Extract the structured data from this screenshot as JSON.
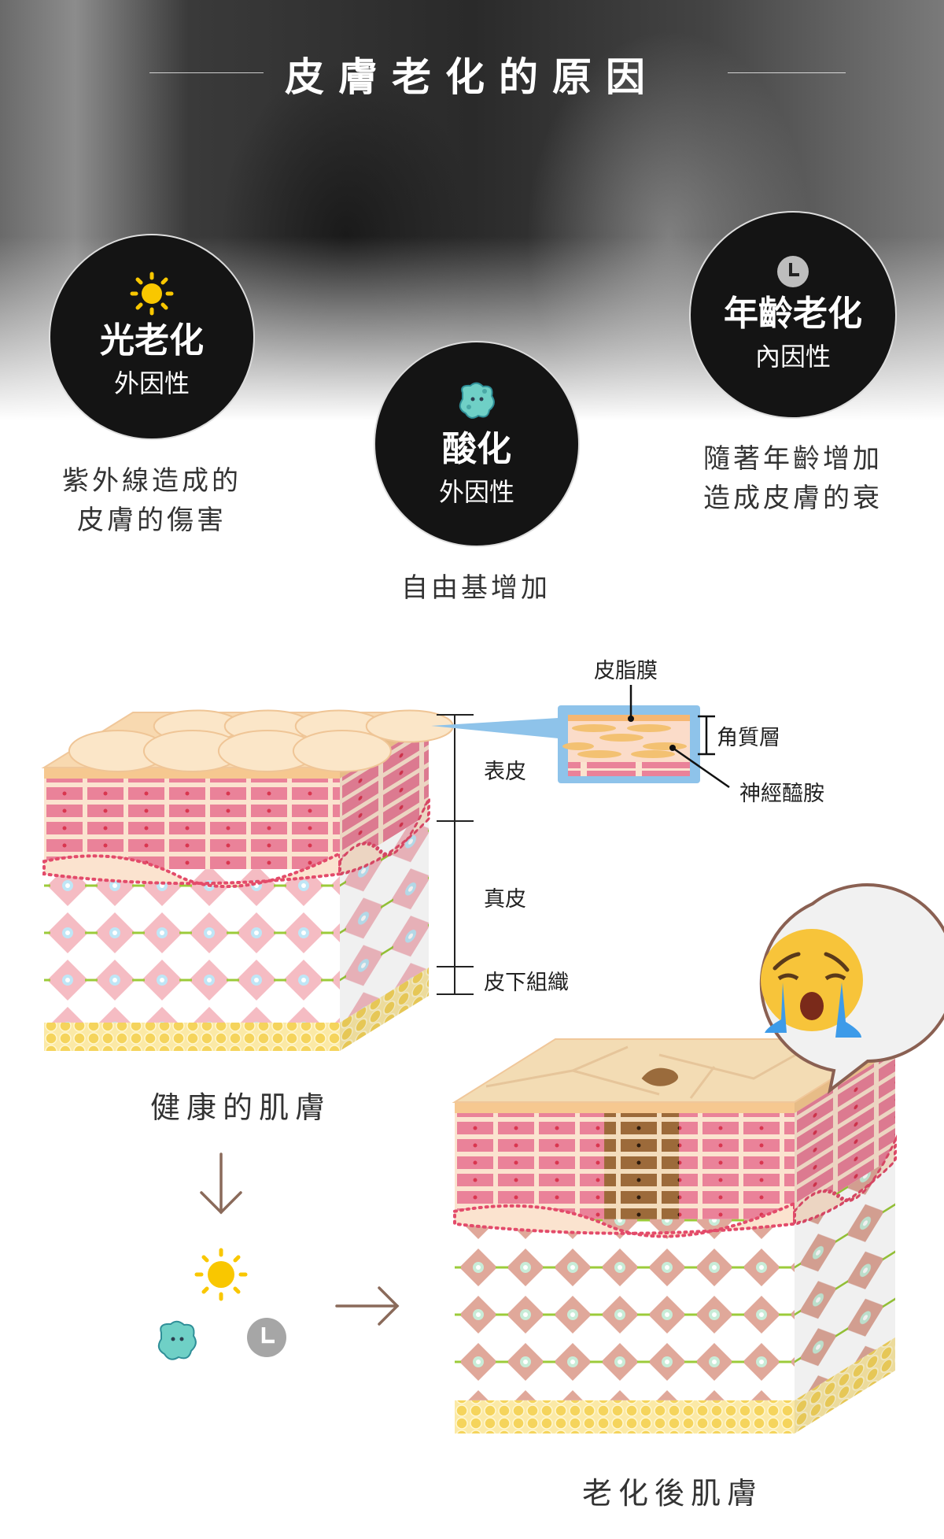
{
  "header": {
    "title": "皮膚老化的原因"
  },
  "causes": [
    {
      "icon": "sun-icon",
      "name": "光老化",
      "type": "外因性",
      "desc": [
        "紫外線造成的",
        "皮膚的傷害"
      ]
    },
    {
      "icon": "germ-icon",
      "name": "酸化",
      "type": "外因性",
      "desc": [
        "自由基增加"
      ]
    },
    {
      "icon": "clock-icon",
      "name": "年齡老化",
      "type": "內因性",
      "desc": [
        "隨著年齡增加",
        "造成皮膚的衰"
      ]
    }
  ],
  "diagram": {
    "layers": [
      "表皮",
      "真皮",
      "皮下組織"
    ],
    "inset_labels": {
      "sebum": "皮脂膜",
      "stratum": "角質層",
      "ceramide": "神經醯胺"
    },
    "healthy_label": "健康的肌膚",
    "aged_label": "老化後肌膚"
  },
  "colors": {
    "sun": "#f9c700",
    "germ": "#5fc8c0",
    "clock": "#9a9a9a",
    "arrow": "#8a6a5a",
    "inset": "#8ec3ea"
  }
}
